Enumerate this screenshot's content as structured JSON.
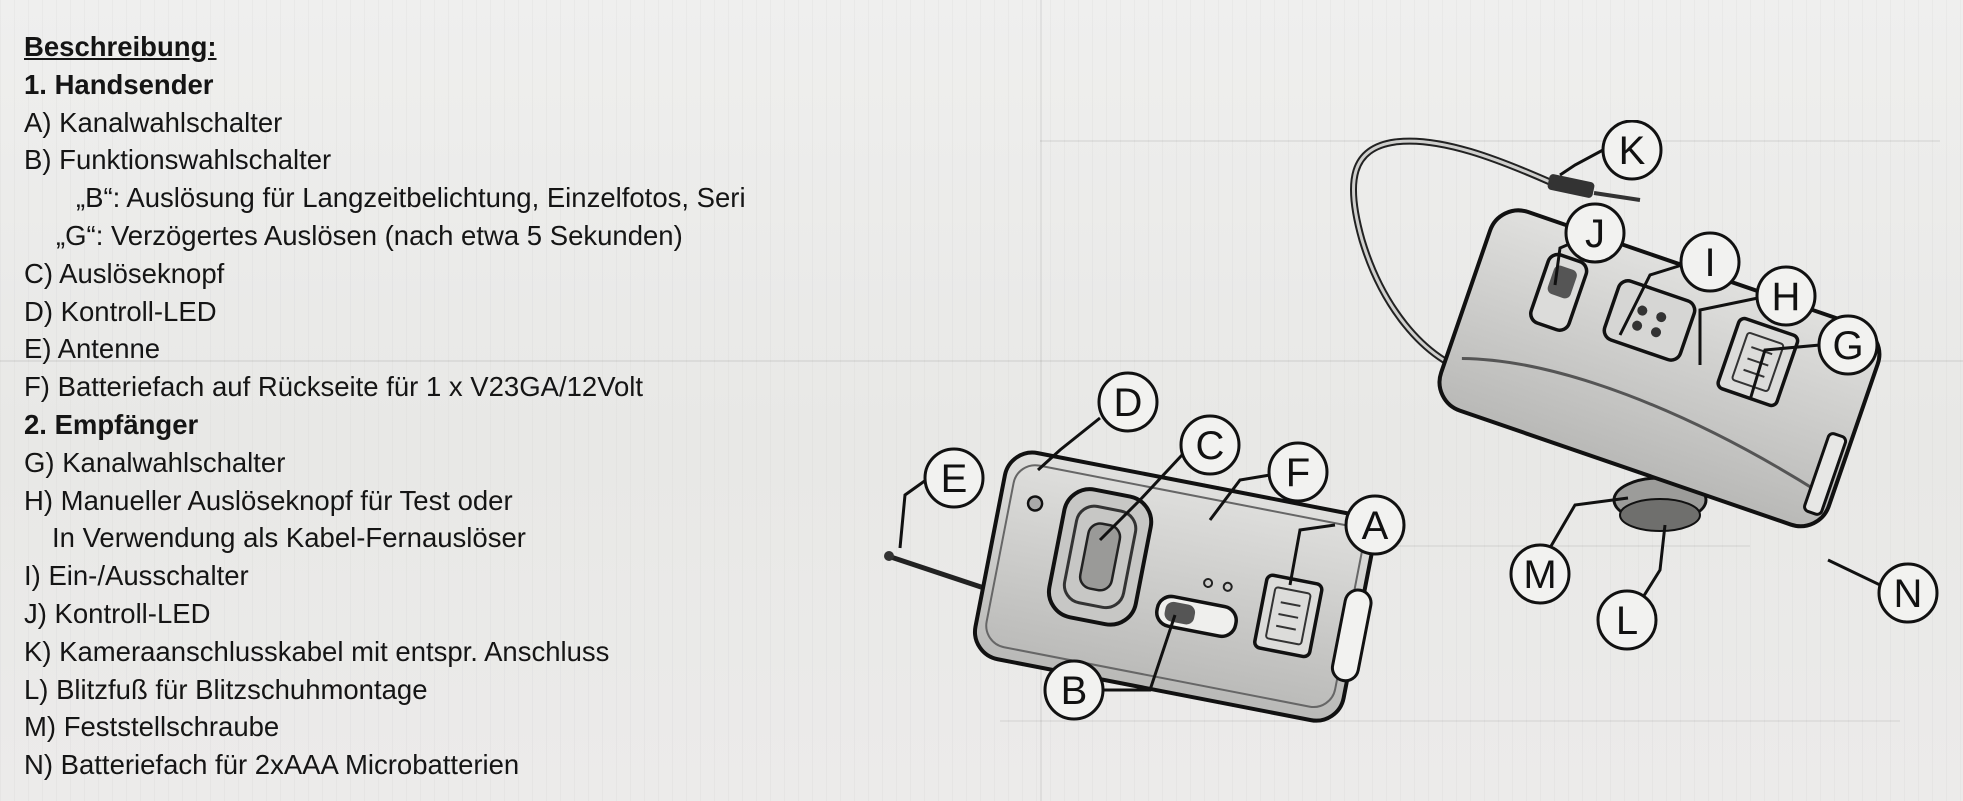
{
  "description": {
    "heading": "Beschreibung:",
    "section1": {
      "title": "1. Handsender",
      "items": [
        "A) Kanalwahlschalter",
        "B) Funktionswahlschalter",
        "„B“: Auslösung für Langzeitbelichtung, Einzelfotos, Seri",
        "„G“: Verzögertes Auslösen (nach etwa 5 Sekunden)",
        "C) Auslöseknopf",
        "D) Kontroll-LED",
        "E) Antenne",
        "F) Batteriefach auf Rückseite für 1 x V23GA/12Volt"
      ]
    },
    "section2": {
      "title": "2. Empfänger",
      "items": [
        "G) Kanalwahlschalter",
        "H) Manueller Auslöseknopf für Test oder",
        "In Verwendung als Kabel-Fernauslöser",
        "I) Ein-/Ausschalter",
        "J) Kontroll-LED",
        "K) Kameraanschlusskabel mit entspr. Anschluss",
        "L) Blitzfuß für Blitzschuhmontage",
        "M) Feststellschraube",
        "N) Batteriefach für 2xAAA Microbatterien"
      ]
    }
  },
  "figure": {
    "labels": {
      "A": "A",
      "B": "B",
      "C": "C",
      "D": "D",
      "E": "E",
      "F": "F",
      "G": "G",
      "H": "H",
      "I": "I",
      "J": "J",
      "K": "K",
      "L": "L",
      "M": "M",
      "N": "N"
    }
  },
  "colors": {
    "paper": "#ebebea",
    "ink": "#151515",
    "device_fill": "#d2d2d0",
    "device_shadow": "#a8a8a6"
  }
}
